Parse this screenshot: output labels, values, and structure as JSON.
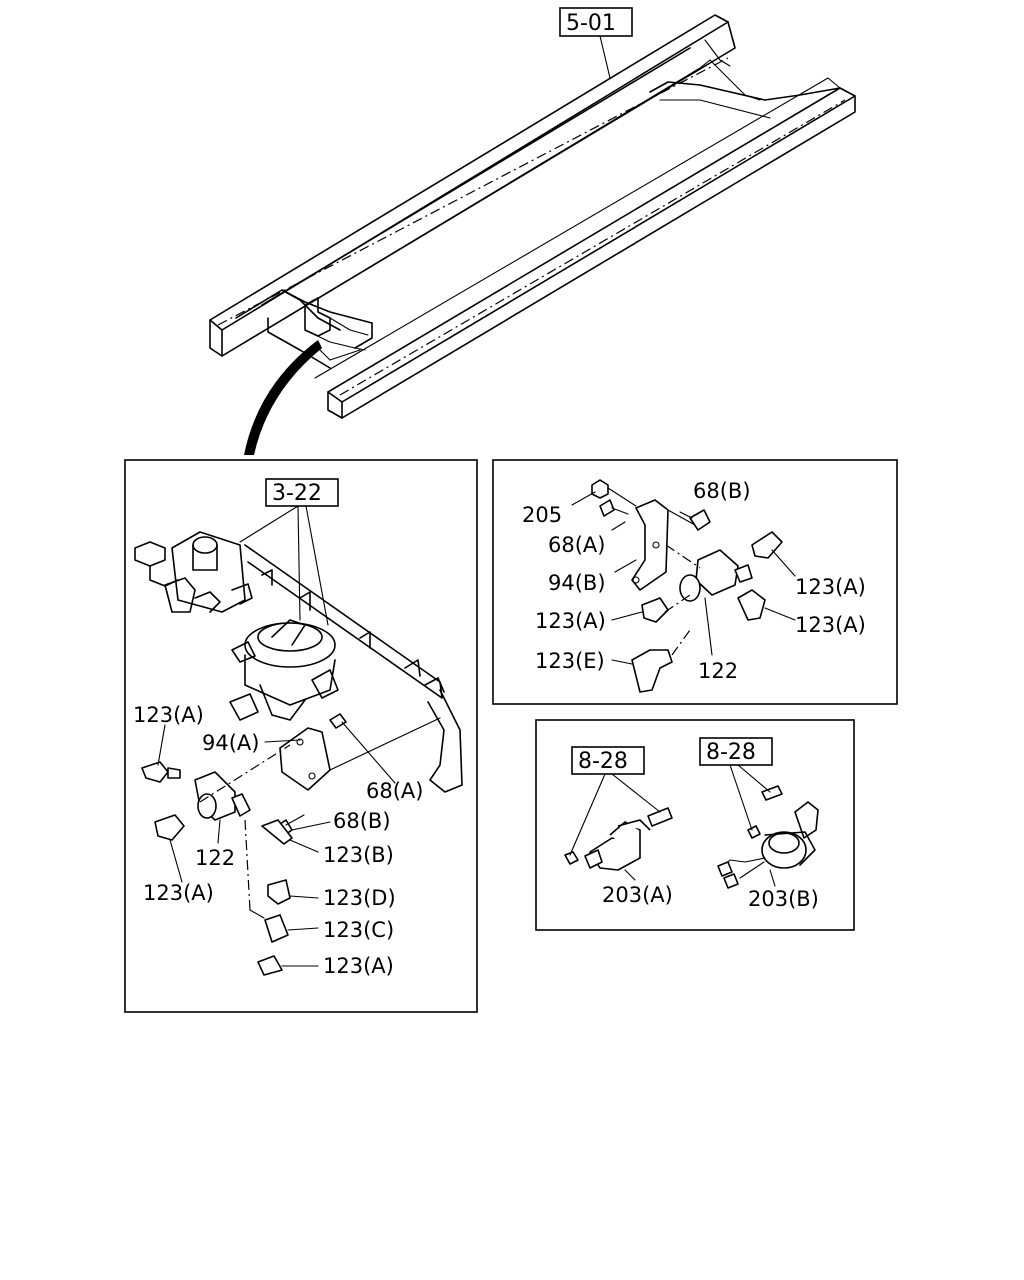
{
  "frame": {
    "ref": "5-01"
  },
  "panel_left": {
    "ref": "3-22",
    "labels": {
      "p123a_top": "123(A)",
      "p94a": "94(A)",
      "p68a": "68(A)",
      "p68b": "68(B)",
      "p122": "122",
      "p123b": "123(B)",
      "p123a_left": "123(A)",
      "p123d": "123(D)",
      "p123c": "123(C)",
      "p123a_bottom": "123(A)"
    }
  },
  "panel_right_top": {
    "labels": {
      "p205": "205",
      "p68b": "68(B)",
      "p68a": "68(A)",
      "p94b": "94(B)",
      "p123a_right1": "123(A)",
      "p123a_right2": "123(A)",
      "p123a_left": "123(A)",
      "p123e": "123(E)",
      "p122": "122"
    }
  },
  "panel_right_bottom": {
    "ref_a": "8-28",
    "ref_b": "8-28",
    "labels": {
      "p203a": "203(A)",
      "p203b": "203(B)"
    }
  }
}
